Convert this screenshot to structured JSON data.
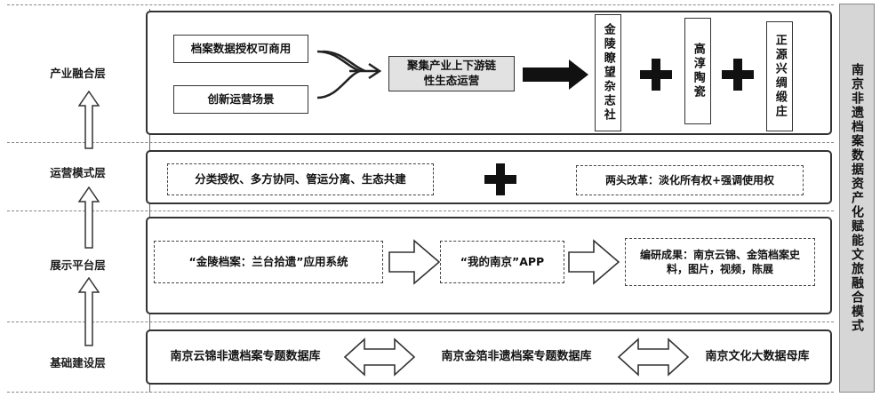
{
  "layers": {
    "industry": "产业融合层",
    "operation": "运营模式层",
    "display": "展示平台层",
    "infrastructure": "基础建设层"
  },
  "industry_panel": {
    "input_1": "档案数据授权可商用",
    "input_2": "创新运营场景",
    "hub": "聚集产业上下游链性生态运营",
    "partner_1": "金陵瞭望杂志社",
    "partner_2": "高淳陶瓷",
    "partner_3": "正源兴绸缎庄"
  },
  "operation_panel": {
    "mode_1": "分类授权、多方协同、管运分离、生态共建",
    "mode_2": "两头改革：淡化所有权+强调使用权"
  },
  "display_panel": {
    "app_1": "“金陵档案：兰台拾遗”应用系统",
    "app_2": "“我的南京”APP",
    "results": "编研成果：南京云锦、金箔档案史料，图片，视频，陈展"
  },
  "infra_panel": {
    "db_1": "南京云锦非遗档案专题数据库",
    "db_2": "南京金箔非遗档案专题数据库",
    "db_3": "南京文化大数据母库"
  },
  "side_title": "南京非遗档案数据资产化赋能文旅融合模式"
}
